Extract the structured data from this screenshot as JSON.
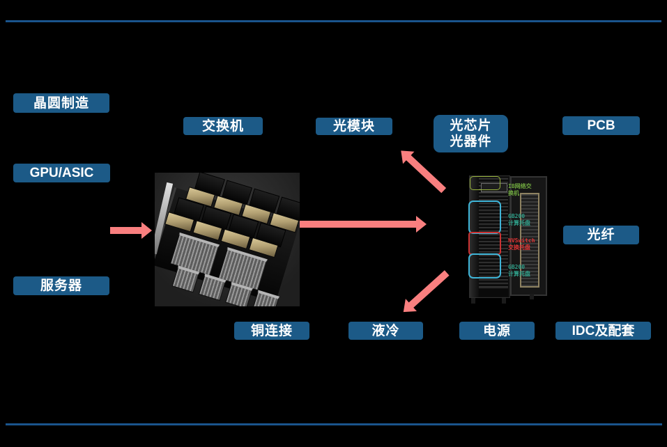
{
  "slide": {
    "background": "#000000"
  },
  "labels": {
    "wafer_fab": "晶圆制造",
    "gpu_asic": "GPU/ASIC",
    "server": "服务器",
    "switch": "交换机",
    "optical_module": "光模块",
    "optical_chip_line1": "光芯片",
    "optical_chip_line2": "光器件",
    "pcb": "PCB",
    "optical_fiber": "光纤",
    "copper_connection": "铜连接",
    "liquid_cooling": "液冷",
    "power_supply": "电源",
    "idc_support": "IDC及配套"
  },
  "rack_annotations": {
    "ib_switch": {
      "line1": "IB网络交",
      "line2": "换机",
      "color": "#6FA83F"
    },
    "gb200_top": {
      "line1": "GB200",
      "line2": "计算托盘",
      "color": "#2FA08A"
    },
    "nvswitch": {
      "line1": "NVSwitch",
      "line2": "交换托盘",
      "color": "#E03434"
    },
    "gb200_bottom": {
      "line1": "GB200",
      "line2": "计算托盘",
      "color": "#2FA08A"
    }
  },
  "colors": {
    "label_box": "#1C5A87",
    "label_text": "#FFFFFF",
    "arrow": "#F97F7F",
    "divider": "#1A548C"
  }
}
